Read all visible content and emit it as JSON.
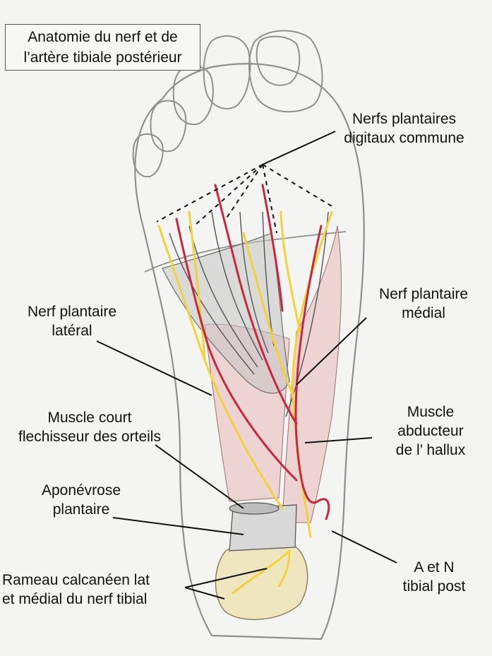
{
  "title": {
    "line1": "Anatomie du nerf et de",
    "line2": "l’artère tibiale postérieur"
  },
  "labels": {
    "nerfs_digitaux": {
      "line1": "Nerfs plantaires",
      "line2": "digitaux commune"
    },
    "nerf_lateral": {
      "line1": "Nerf plantaire",
      "line2": "latéral"
    },
    "nerf_medial": {
      "line1": "Nerf plantaire",
      "line2": "médial"
    },
    "court_flechisseur": {
      "line1": "Muscle court",
      "line2": "flechisseur des orteils"
    },
    "abducteur": {
      "line1": "Muscle",
      "line2": "abducteur",
      "line3": "de l’ hallux"
    },
    "aponevrose": {
      "line1": "Aponévrose",
      "line2": "plantaire"
    },
    "rameau": {
      "line1": "Rameau calcanéen lat",
      "line2": "et médial du nerf tibial"
    },
    "a_et_n": {
      "line1": "A et N",
      "line2": "tibial post"
    }
  },
  "colors": {
    "paper": "#f4f4f2",
    "pencil": "#8a8a8a",
    "nerve": "#f2d23a",
    "artery": "#c8283e",
    "muscle": "#e8b8b8",
    "heel": "#efe6c0"
  }
}
